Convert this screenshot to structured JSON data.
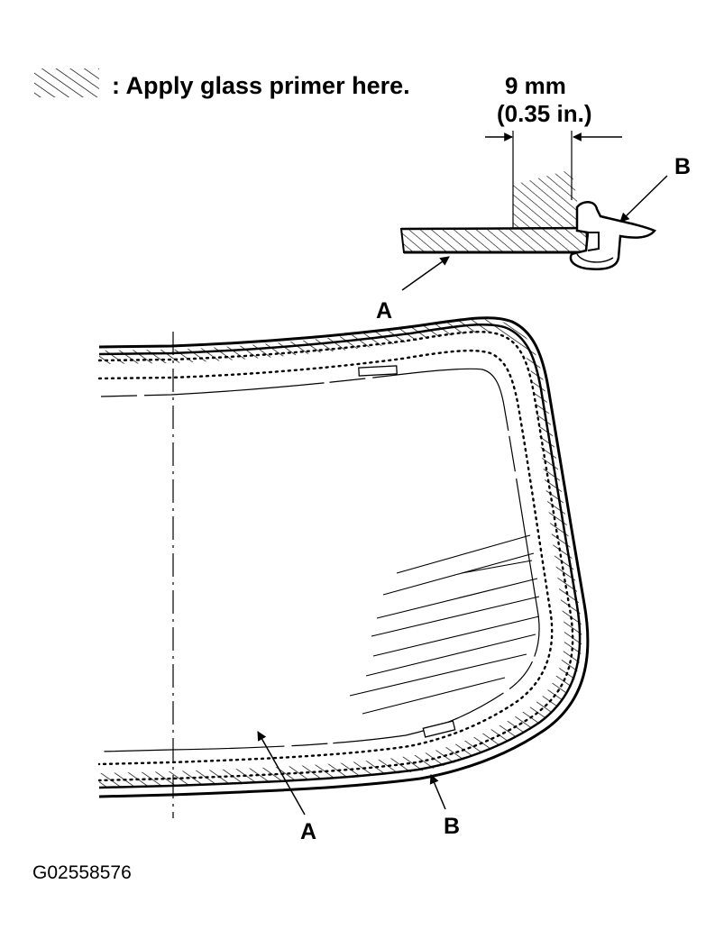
{
  "legend": {
    "text": ": Apply glass primer here."
  },
  "dimension": {
    "metric": "9 mm",
    "imperial": "(0.35 in.)"
  },
  "callouts": {
    "detail_a": "A",
    "detail_b": "B",
    "main_a": "A",
    "main_b": "B"
  },
  "figure_code": "G02558576",
  "colors": {
    "ink": "#000000",
    "paper": "#ffffff"
  }
}
